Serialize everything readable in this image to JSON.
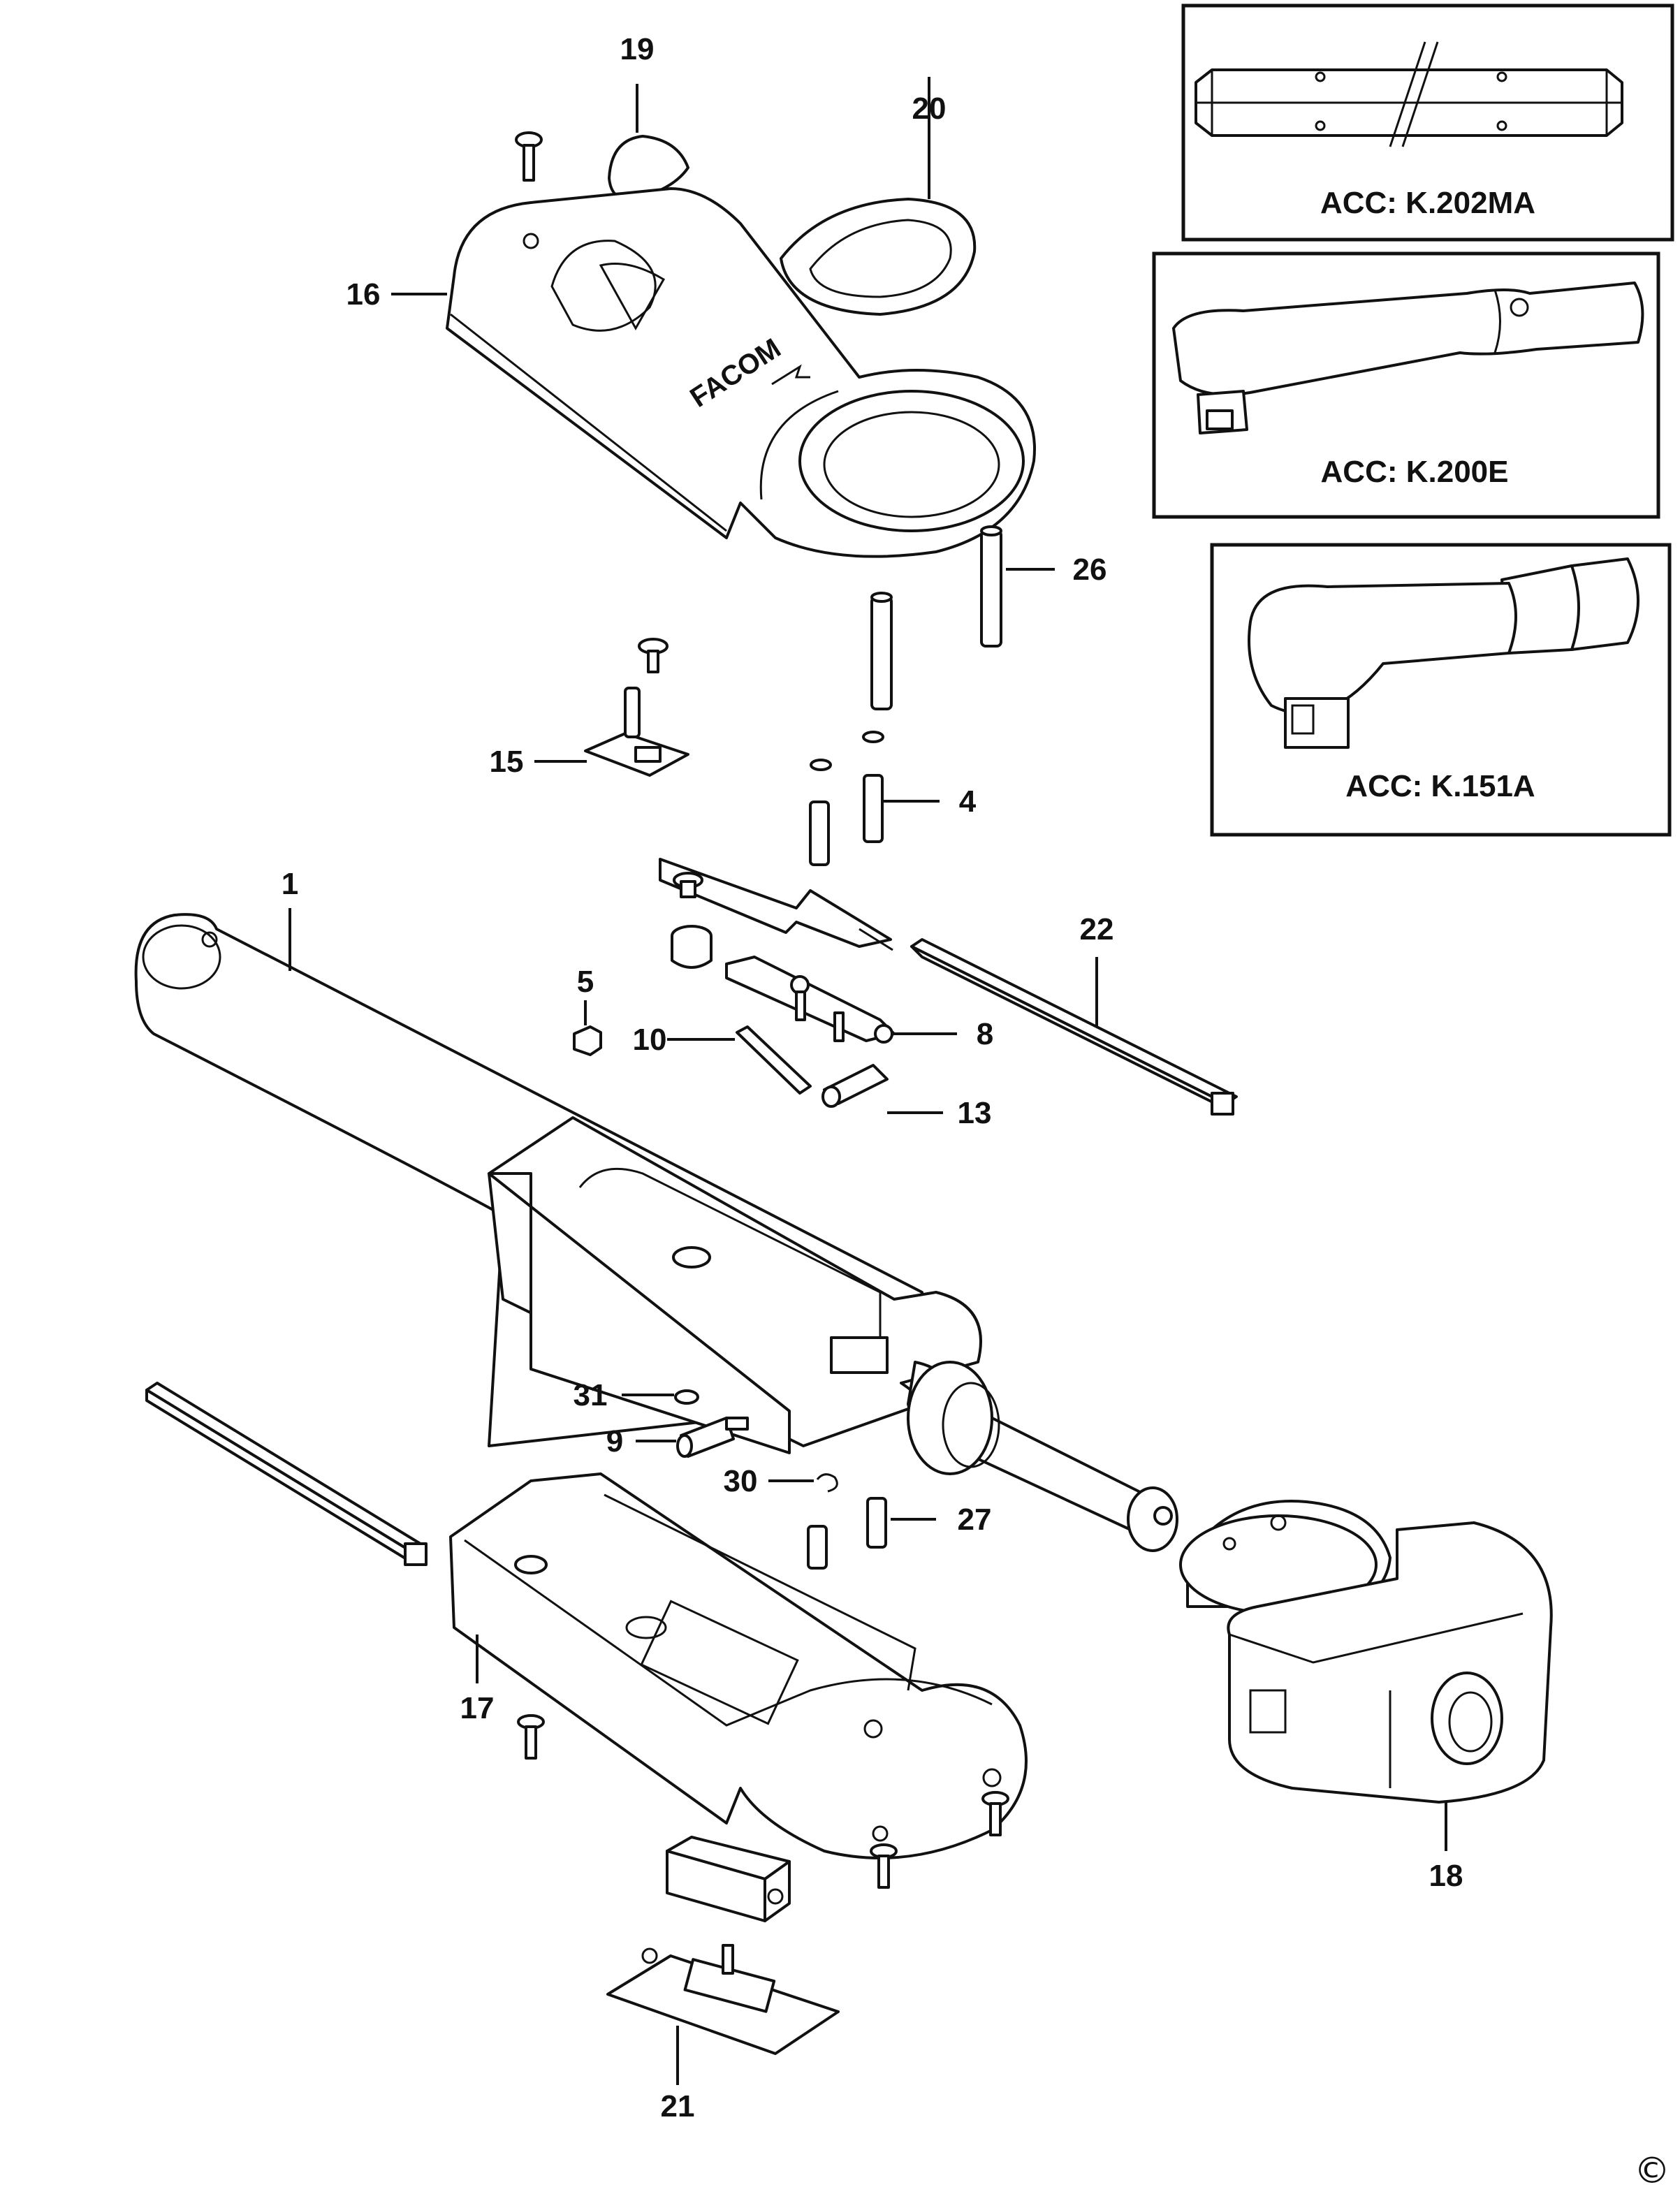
{
  "accessories": [
    {
      "label": "ACC: K.202MA"
    },
    {
      "label": "ACC: K.200E"
    },
    {
      "label": "ACC: K.151A"
    }
  ],
  "callouts": [
    "19",
    "20",
    "16",
    "26",
    "15",
    "4",
    "1",
    "22",
    "5",
    "10",
    "8",
    "13",
    "31",
    "9",
    "30",
    "27",
    "17",
    "18",
    "21"
  ],
  "copyright": "©",
  "brand_mark": "FACOM",
  "icons": [
    "torque-wrench-body",
    "hex-bar-accessory",
    "ratchet-head-accessory",
    "square-drive-head-accessory"
  ]
}
